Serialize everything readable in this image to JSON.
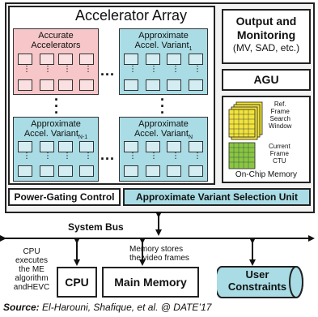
{
  "accelerator_array": {
    "title": "Accelerator Array",
    "accurate_label_1": "Accurate",
    "accurate_label_2": "Accelerators",
    "variant1_label_1": "Approximate",
    "variant1_label_2": "Accel. Variant",
    "variant1_sub": "1",
    "variantN1_label_1": "Approximate",
    "variantN1_label_2": "Accel. Variant",
    "variantN1_sub": "N-1",
    "variantN_label_1": "Approximate",
    "variantN_label_2": "Accel. Variant",
    "variantN_sub": "N",
    "ellipsis": "..."
  },
  "output_monitoring": {
    "title_1": "Output and",
    "title_2": "Monitoring",
    "subtitle": "(MV, SAD, etc.)"
  },
  "agu": {
    "label": "AGU"
  },
  "on_chip_memory": {
    "ref_1": "Ref.",
    "ref_2": "Frame",
    "ref_3": "Search",
    "ref_4": "Window",
    "cur_1": "Current",
    "cur_2": "Frame",
    "cur_3": "CTU",
    "label": "On-Chip Memory"
  },
  "power_gating": {
    "label": "Power-Gating Control"
  },
  "avsu": {
    "label": "Approximate Variant Selection Unit"
  },
  "system_bus": {
    "label": "System Bus"
  },
  "cpu_note": {
    "line1": "CPU",
    "line2": "executes",
    "line3": "the ME",
    "line4": "algorithm",
    "line5": "andHEVC"
  },
  "memory_note": {
    "line1": "Memory stores",
    "line2": "the video frames"
  },
  "cpu": {
    "label": "CPU"
  },
  "main_memory": {
    "label": "Main Memory"
  },
  "user_constraints": {
    "line1": "User",
    "line2": "Constraints"
  },
  "source": {
    "prefix": "Source:",
    "text": " El-Harouni, Shafique, et al. @ DATE’17"
  },
  "colors": {
    "accurate": "#f6c6c8",
    "approximate": "#a9dce5",
    "memory_yellow": "#f2e33a",
    "memory_green": "#8cc63f"
  }
}
